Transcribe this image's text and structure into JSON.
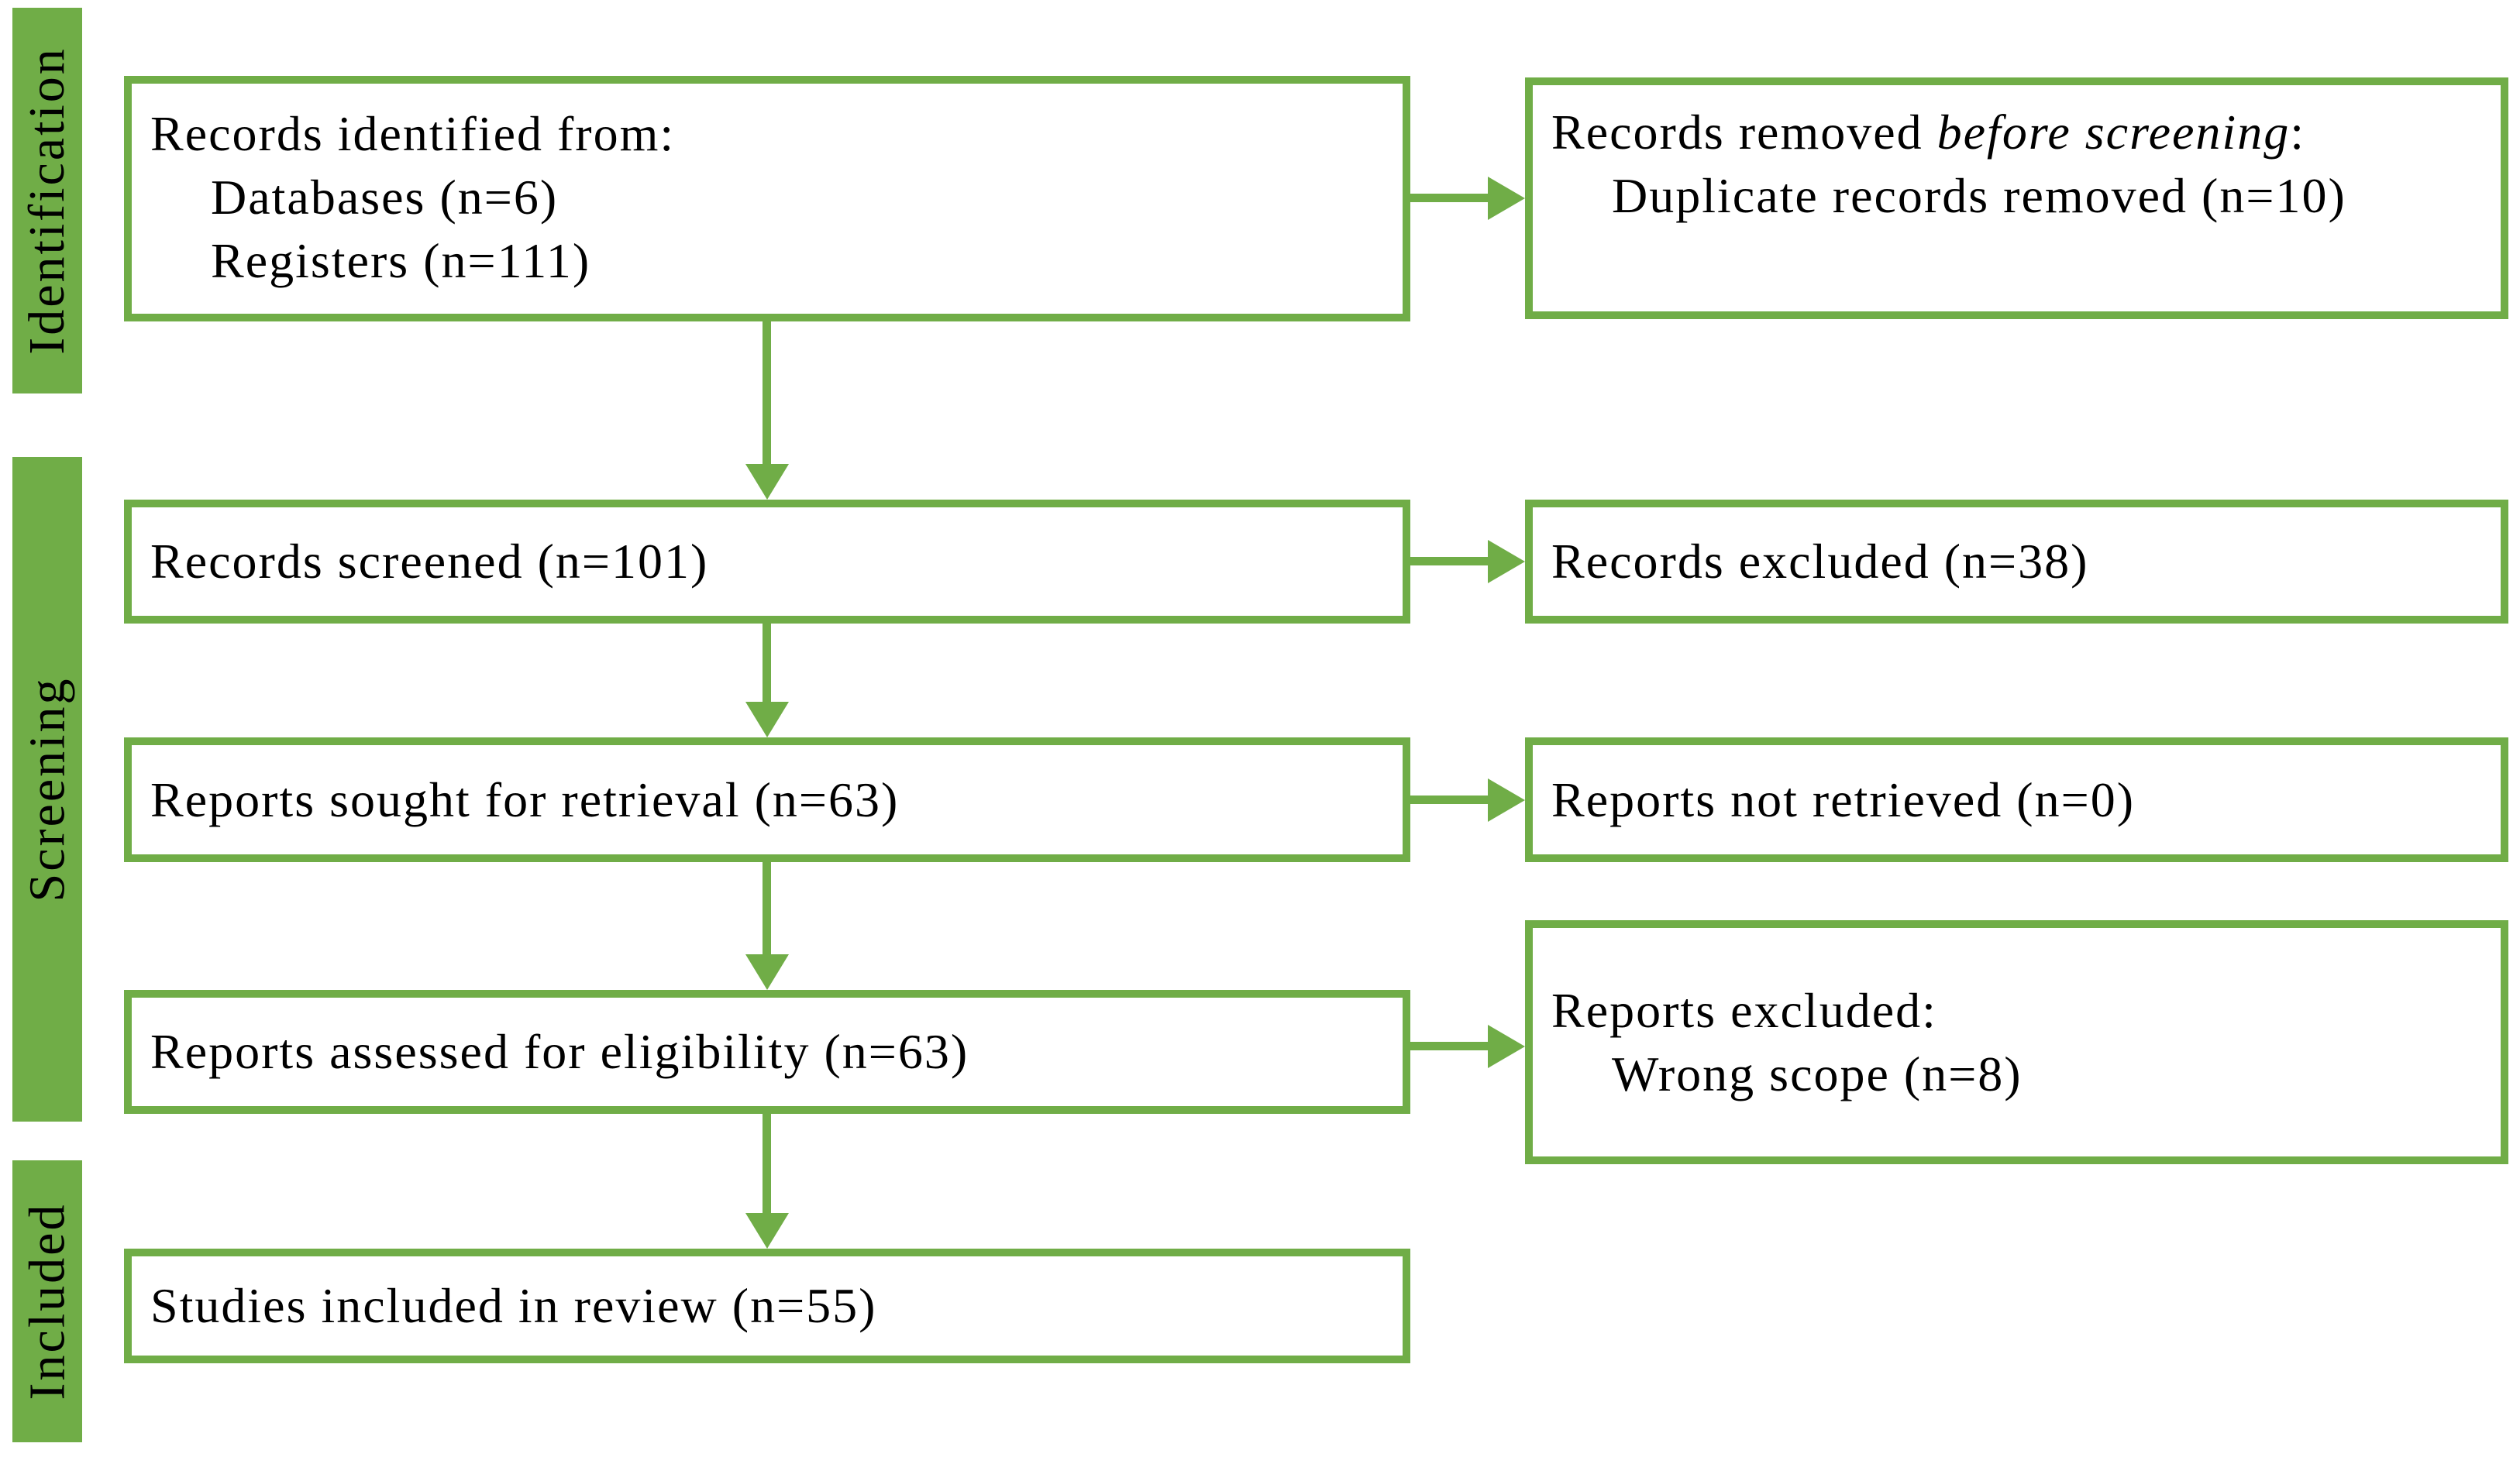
{
  "diagram": {
    "kind": "prisma-flow-diagram",
    "accent_color": "#70AD47",
    "text_color": "#000000",
    "stages": {
      "identification": "Identification",
      "screening": "Screening",
      "included": "Included"
    },
    "boxes": {
      "records_identified": {
        "line1": "Records identified from:",
        "items": [
          "Databases (n=6)",
          "Registers (n=111)"
        ]
      },
      "records_removed": {
        "line1_prefix": "Records removed ",
        "line1_italic": "before screening",
        "line1_suffix": ":",
        "items": [
          "Duplicate records removed (n=10)"
        ]
      },
      "records_screened": "Records screened (n=101)",
      "records_excluded": "Records excluded (n=38)",
      "reports_sought": "Reports sought for retrieval (n=63)",
      "reports_not_retrieved": "Reports not retrieved (n=0)",
      "reports_assessed": "Reports assessed for eligibility (n=63)",
      "reports_excluded": {
        "line1": "Reports excluded:",
        "items": [
          "Wrong scope (n=8)"
        ]
      },
      "studies_included": "Studies included in review (n=55)"
    }
  }
}
